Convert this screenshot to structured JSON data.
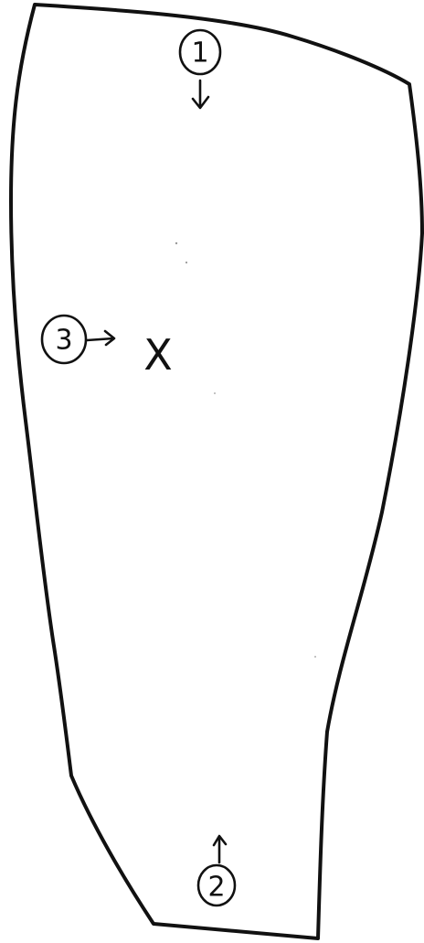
{
  "markers": {
    "m1": {
      "label": "1"
    },
    "m2": {
      "label": "2"
    },
    "m3": {
      "label": "3"
    }
  },
  "target": {
    "label": "X"
  },
  "colors": {
    "ink": "#111111",
    "paper": "#ffffff"
  }
}
